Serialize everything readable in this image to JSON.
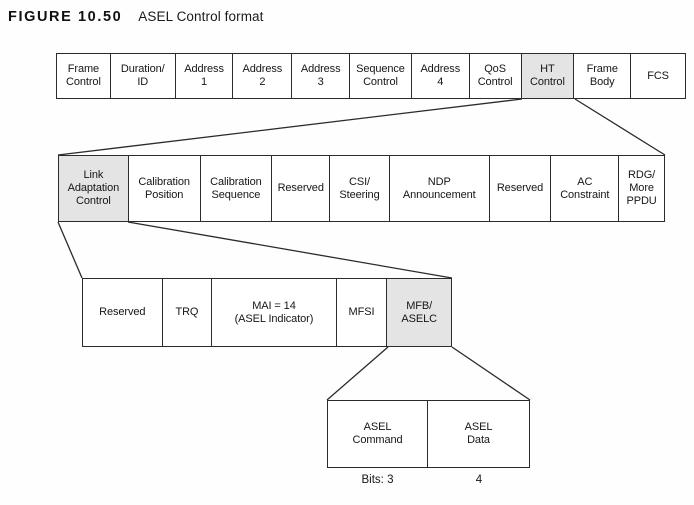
{
  "figure": {
    "label": "FIGURE 10.50",
    "title": "ASEL Control format"
  },
  "fields": {
    "mac_frame": [
      "Frame\nControl",
      "Duration/\nID",
      "Address\n1",
      "Address\n2",
      "Address\n3",
      "Sequence\nControl",
      "Address\n4",
      "QoS\nControl",
      "HT\nControl",
      "Frame\nBody",
      "FCS"
    ],
    "ht_control": [
      "Link\nAdaptation\nControl",
      "Calibration\nPosition",
      "Calibration\nSequence",
      "Reserved",
      "CSI/\nSteering",
      "NDP\nAnnouncement",
      "Reserved",
      "AC\nConstraint",
      "RDG/\nMore\nPPDU"
    ],
    "link_adaptation": [
      "Reserved",
      "TRQ",
      "MAI = 14\n(ASEL Indicator)",
      "MFSI",
      "MFB/\nASELC"
    ],
    "asel": [
      "ASEL\nCommand",
      "ASEL\nData"
    ]
  },
  "bits": {
    "command": "Bits: 3",
    "data": "4"
  },
  "colors": {
    "highlight_fill": "#e4e4e4",
    "border": "#2b2b2b",
    "background": "#fefefe"
  }
}
